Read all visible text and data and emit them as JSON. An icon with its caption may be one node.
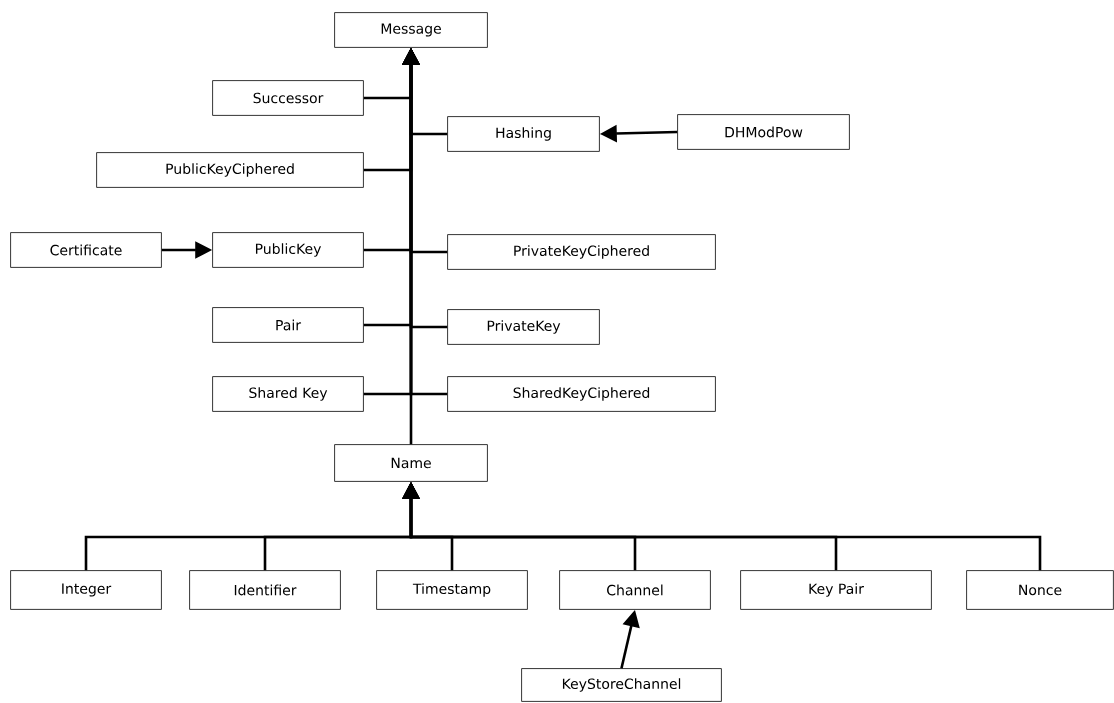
{
  "diagram": {
    "nodes": [
      {
        "text": [
          "Message"
        ]
      },
      {
        "text": [
          "Successor"
        ]
      },
      {
        "text": [
          "Hashing"
        ]
      },
      {
        "text": [
          "DHModPow"
        ]
      },
      {
        "text": [
          "PublicKeyCiphered"
        ]
      },
      {
        "text": [
          "Certificate"
        ]
      },
      {
        "text": [
          "PublicKey"
        ]
      },
      {
        "text": [
          "PrivateKeyCiphered"
        ]
      },
      {
        "text": [
          "Pair"
        ]
      },
      {
        "text": [
          "PrivateKey"
        ]
      },
      {
        "text": [
          "Shared Key"
        ]
      },
      {
        "text": [
          "SharedKeyCiphered"
        ]
      },
      {
        "text": [
          "Name"
        ]
      },
      {
        "text": [
          "Integer"
        ]
      },
      {
        "text": [
          "Identifier"
        ]
      },
      {
        "text": [
          "Timestamp"
        ]
      },
      {
        "text": [
          "Channel"
        ]
      },
      {
        "text": [
          "Key Pair"
        ]
      },
      {
        "text": [
          "Nonce"
        ]
      },
      {
        "text": [
          "KeyStoreChannel"
        ]
      }
    ],
    "edges": [
      {
        "from": 1,
        "to": 0,
        "arrow": "to"
      },
      {
        "from": 2,
        "to": 0,
        "arrow": "to"
      },
      {
        "from": 3,
        "to": 2,
        "arrow": "to"
      },
      {
        "from": 4,
        "to": 0,
        "arrow": "to"
      },
      {
        "from": 5,
        "to": 6,
        "arrow": "to"
      },
      {
        "from": 6,
        "to": 0,
        "arrow": "to"
      },
      {
        "from": 7,
        "to": 0,
        "arrow": "to"
      },
      {
        "from": 8,
        "to": 0,
        "arrow": "to"
      },
      {
        "from": 9,
        "to": 0,
        "arrow": "to"
      },
      {
        "from": 10,
        "to": 0,
        "arrow": "to"
      },
      {
        "from": 11,
        "to": 0,
        "arrow": "to"
      },
      {
        "from": 12,
        "to": 0,
        "arrow": "to"
      },
      {
        "from": 13,
        "to": 12,
        "arrow": "to"
      },
      {
        "from": 14,
        "to": 12,
        "arrow": "to"
      },
      {
        "from": 15,
        "to": 12,
        "arrow": "to"
      },
      {
        "from": 16,
        "to": 12,
        "arrow": "to"
      },
      {
        "from": 17,
        "to": 12,
        "arrow": "to"
      },
      {
        "from": 18,
        "to": 12,
        "arrow": "to"
      },
      {
        "from": 19,
        "to": 16,
        "arrow": "to"
      }
    ]
  }
}
